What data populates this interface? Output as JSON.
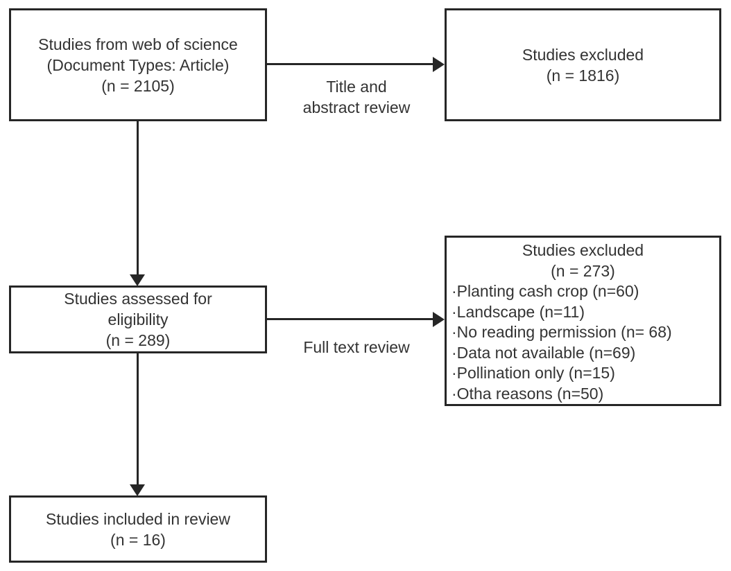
{
  "diagram": {
    "background": "#ffffff",
    "line_color": "#262626",
    "text_color": "#333333",
    "boxes": {
      "source": {
        "lines": [
          "Studies from web of science",
          "(Document Types: Article)",
          "(n = 2105)"
        ]
      },
      "excluded_title_abstract": {
        "lines": [
          "Studies excluded",
          "(n = 1816)"
        ]
      },
      "eligibility": {
        "lines": [
          "Studies assessed for",
          "eligibility",
          "(n = 289)"
        ]
      },
      "excluded_full_text": {
        "header": [
          "Studies excluded",
          "(n = 273)"
        ],
        "reasons": [
          "·Planting cash crop (n=60)",
          "·Landscape (n=11)",
          "·No reading permission (n= 68)",
          "·Data not available (n=69)",
          "·Pollination only (n=15)",
          "·Otha reasons (n=50)"
        ]
      },
      "included": {
        "lines": [
          "Studies included in review",
          "(n = 16)"
        ]
      }
    },
    "edge_labels": {
      "title_abstract_line1": "Title and",
      "title_abstract_line2": "abstract review",
      "full_text": "Full text review"
    }
  }
}
